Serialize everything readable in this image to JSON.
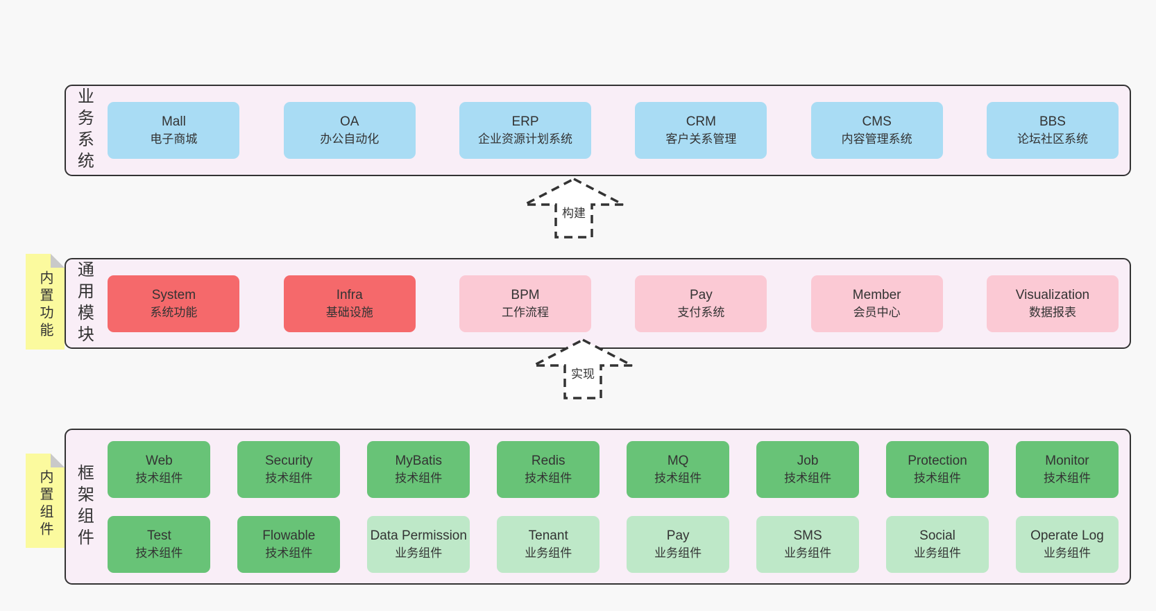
{
  "colors": {
    "page_bg": "#f8f8f8",
    "band_bg": "#f9eef7",
    "band_border": "#333333",
    "blue_box": "#a9dcf4",
    "red_box": "#f5696b",
    "pink_box": "#fbc9d4",
    "green_box": "#68c377",
    "light_green_box": "#bee8c8",
    "sticky_yellow": "#fbfa9e",
    "sticky_fold": "#c9c9c9",
    "text": "#333333"
  },
  "arrows": {
    "build": {
      "label": "构建"
    },
    "implement": {
      "label": "实现"
    }
  },
  "bands": {
    "business": {
      "label": "业务系统",
      "items": [
        {
          "title": "Mall",
          "subtitle": "电子商城"
        },
        {
          "title": "OA",
          "subtitle": "办公自动化"
        },
        {
          "title": "ERP",
          "subtitle": "企业资源计划系统"
        },
        {
          "title": "CRM",
          "subtitle": "客户关系管理"
        },
        {
          "title": "CMS",
          "subtitle": "内容管理系统"
        },
        {
          "title": "BBS",
          "subtitle": "论坛社区系统"
        }
      ]
    },
    "common": {
      "label": "通用模块",
      "sticky": "内置功能",
      "items": [
        {
          "title": "System",
          "subtitle": "系统功能",
          "variant": "red"
        },
        {
          "title": "Infra",
          "subtitle": "基础设施",
          "variant": "red"
        },
        {
          "title": "BPM",
          "subtitle": "工作流程",
          "variant": "pink"
        },
        {
          "title": "Pay",
          "subtitle": "支付系统",
          "variant": "pink"
        },
        {
          "title": "Member",
          "subtitle": "会员中心",
          "variant": "pink"
        },
        {
          "title": "Visualization",
          "subtitle": "数据报表",
          "variant": "pink"
        }
      ]
    },
    "framework": {
      "label": "框架组件",
      "sticky": "内置组件",
      "row1": [
        {
          "title": "Web",
          "subtitle": "技术组件",
          "variant": "green"
        },
        {
          "title": "Security",
          "subtitle": "技术组件",
          "variant": "green"
        },
        {
          "title": "MyBatis",
          "subtitle": "技术组件",
          "variant": "green"
        },
        {
          "title": "Redis",
          "subtitle": "技术组件",
          "variant": "green"
        },
        {
          "title": "MQ",
          "subtitle": "技术组件",
          "variant": "green"
        },
        {
          "title": "Job",
          "subtitle": "技术组件",
          "variant": "green"
        },
        {
          "title": "Protection",
          "subtitle": "技术组件",
          "variant": "green"
        },
        {
          "title": "Monitor",
          "subtitle": "技术组件",
          "variant": "green"
        }
      ],
      "row2": [
        {
          "title": "Test",
          "subtitle": "技术组件",
          "variant": "green"
        },
        {
          "title": "Flowable",
          "subtitle": "技术组件",
          "variant": "green"
        },
        {
          "title": "Data Permission",
          "subtitle": "业务组件",
          "variant": "light_green"
        },
        {
          "title": "Tenant",
          "subtitle": "业务组件",
          "variant": "light_green"
        },
        {
          "title": "Pay",
          "subtitle": "业务组件",
          "variant": "light_green"
        },
        {
          "title": "SMS",
          "subtitle": "业务组件",
          "variant": "light_green"
        },
        {
          "title": "Social",
          "subtitle": "业务组件",
          "variant": "light_green"
        },
        {
          "title": "Operate Log",
          "subtitle": "业务组件",
          "variant": "light_green"
        }
      ]
    }
  }
}
